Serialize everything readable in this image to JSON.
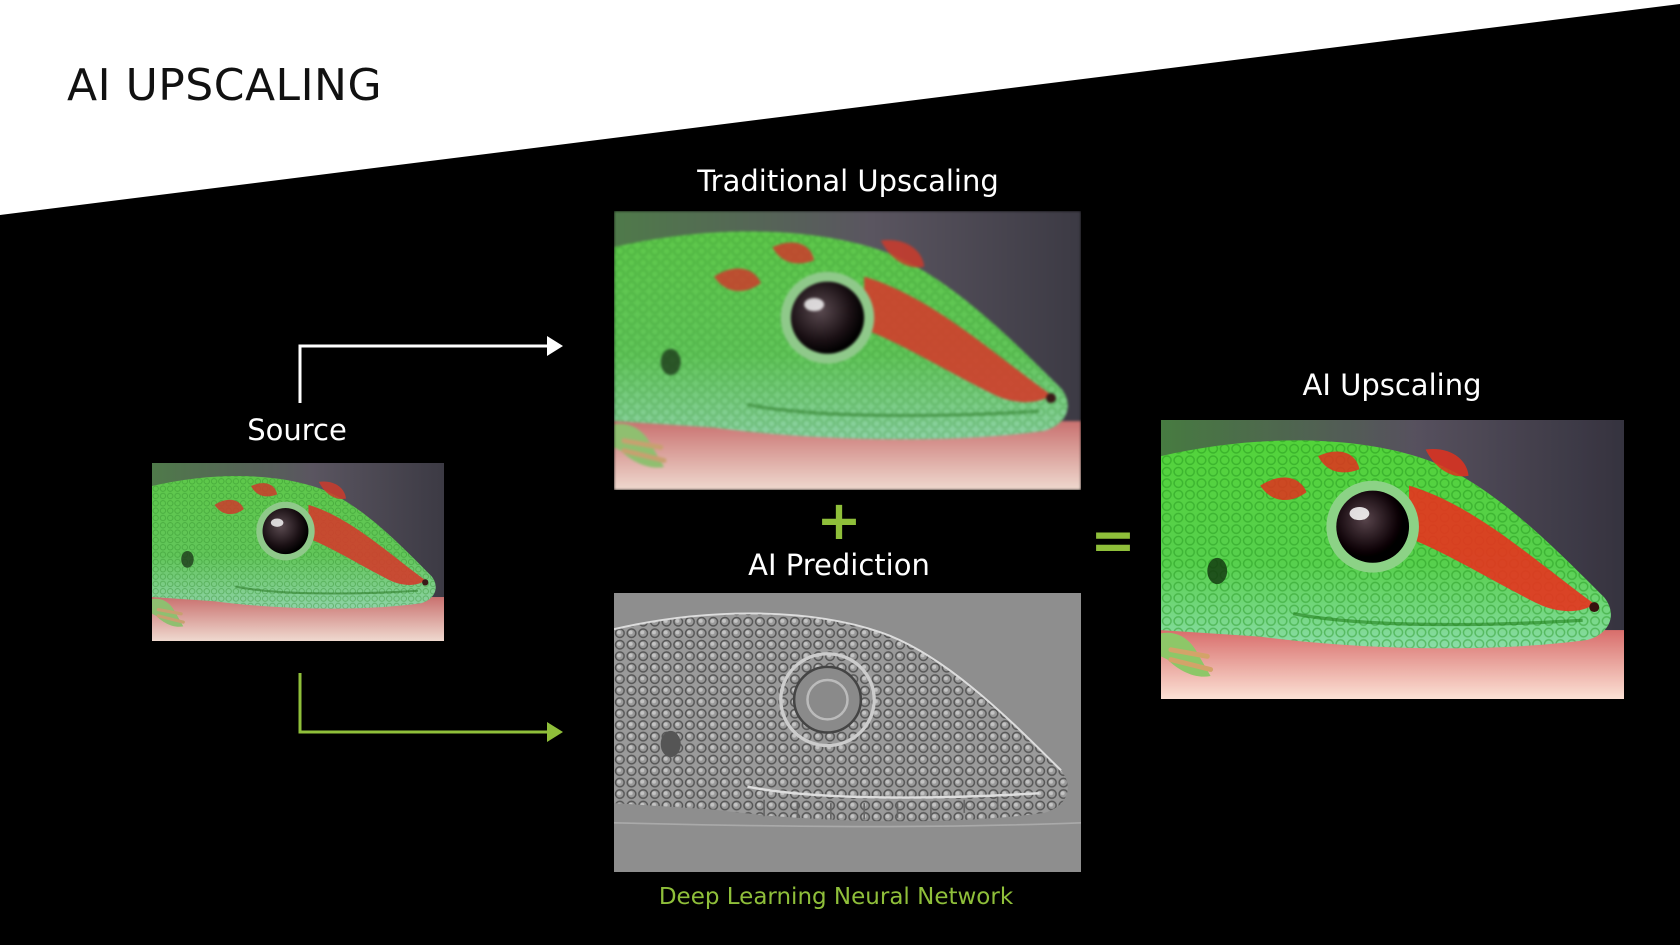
{
  "slide": {
    "title": "AI UPSCALING",
    "labels": {
      "source": "Source",
      "traditional": "Traditional Upscaling",
      "prediction": "AI Prediction",
      "ai_upscaling": "AI Upscaling"
    },
    "operators": {
      "plus": "+",
      "equals": "="
    },
    "caption": "Deep Learning Neural Network"
  },
  "colors": {
    "accent_green": "#8fbf3a",
    "arrow_white": "#ffffff",
    "background": "#000000",
    "banner": "#ffffff"
  },
  "images": {
    "source": "gecko-photo-small",
    "traditional": "gecko-photo-blurry",
    "prediction": "gecko-detail-map",
    "ai_upscaling": "gecko-photo-sharp"
  }
}
